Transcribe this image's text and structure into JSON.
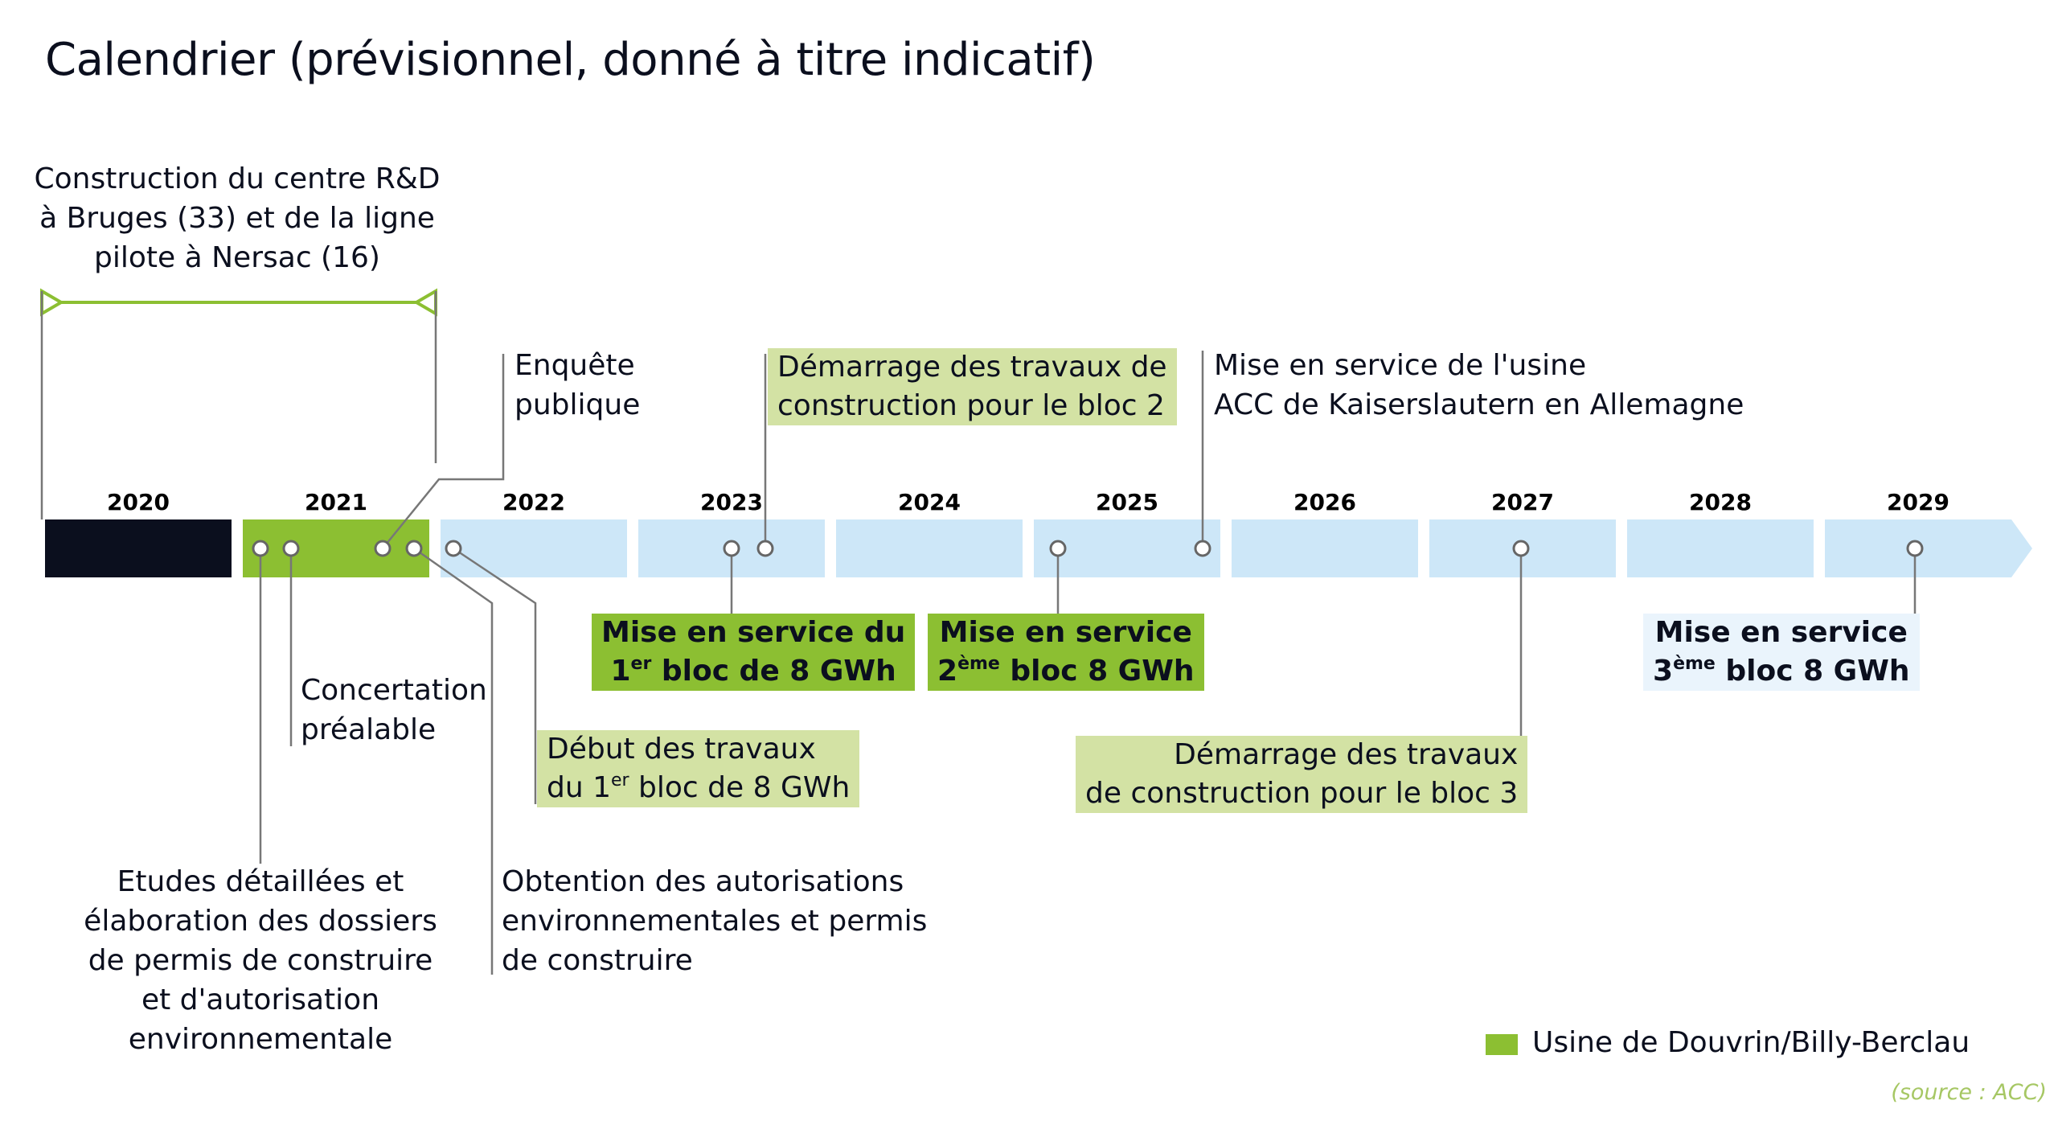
{
  "title": "Calendrier (prévisionnel, donné à titre indicatif)",
  "colors": {
    "dark": "#0b0f1e",
    "green": "#8cbf32",
    "light_green": "#d3e2a4",
    "light_blue": "#cde7f8",
    "pale_blue": "#eaf4fc",
    "source_green": "#a6c764"
  },
  "years": [
    "2020",
    "2021",
    "2022",
    "2023",
    "2024",
    "2025",
    "2026",
    "2027",
    "2028",
    "2029"
  ],
  "bracket_label": {
    "line1": "Construction du centre R&D",
    "line2": "à Bruges (33) et de la ligne",
    "line3": "pilote à Nersac (16)"
  },
  "events": {
    "enquete": {
      "line1": "Enquête",
      "line2": "publique"
    },
    "demarrage_bloc2": {
      "line1": "Démarrage des travaux de",
      "line2": "construction pour le bloc 2"
    },
    "kaiserslautern": {
      "line1": "Mise en service de l'usine",
      "line2": "ACC de Kaiserslautern en Allemagne"
    },
    "concertation": {
      "line1": "Concertation",
      "line2": "préalable"
    },
    "service_bloc1": {
      "line1": "Mise en service du",
      "line2_pre": "1",
      "line2_sup": "er",
      "line2_post": " bloc de 8 GWh"
    },
    "service_bloc2": {
      "line1": "Mise en service",
      "line2_pre": "2",
      "line2_sup": "ème",
      "line2_post": " bloc 8 GWh"
    },
    "service_bloc3": {
      "line1": "Mise en service",
      "line2_pre": "3",
      "line2_sup": "ème",
      "line2_post": " bloc 8 GWh"
    },
    "debut_travaux": {
      "line1": "Début des travaux",
      "line2_pre": "du 1",
      "line2_sup": "er",
      "line2_post": " bloc de 8 GWh"
    },
    "demarrage_bloc3": {
      "line1": "Démarrage des travaux",
      "line2": "de construction pour le bloc 3"
    },
    "etudes": {
      "line1": "Etudes détaillées et",
      "line2": "élaboration des dossiers",
      "line3": "de permis de construire",
      "line4": "et d'autorisation",
      "line5": "environnementale"
    },
    "obtention": {
      "line1": "Obtention des autorisations",
      "line2": "environnementales et permis",
      "line3": "de construire"
    }
  },
  "legend": {
    "label": "Usine de Douvrin/Billy-Berclau"
  },
  "source": "(source : ACC)"
}
